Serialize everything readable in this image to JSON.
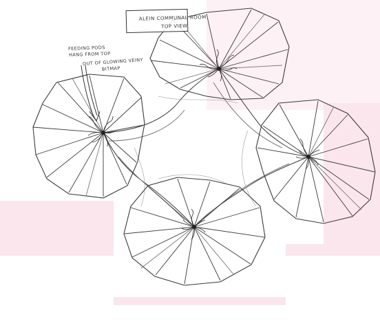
{
  "title": {
    "line1": "ALEIN COMMUNAL ROOM",
    "line2": "TOP VIEW"
  },
  "annotation": {
    "line1": "FEEDING PODS",
    "line2": "HANG FROM TOP",
    "line3": "OUT OF GLOWING VEINY",
    "line4": "BITMAP"
  },
  "colors": {
    "ink": "#3a3a3a",
    "paper": "#ffffff",
    "tint": "#fbe6ee"
  }
}
